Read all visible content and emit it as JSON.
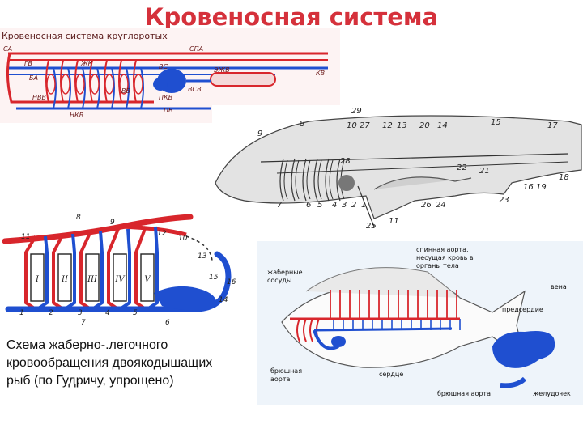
{
  "title": "Кровеносная система",
  "panel1": {
    "caption": "Кровеносная система круглоротых",
    "labels": [
      "СА",
      "ГВ",
      "БА",
      "ЖК",
      "ВС",
      "СПА",
      "ЭЖВ",
      "КВ",
      "ВСВ",
      "НВВ",
      "ВВ",
      "ПКВ",
      "НКВ",
      "ПВ"
    ]
  },
  "panel2": {
    "numbers": [
      "29",
      "8",
      "10",
      "27",
      "12",
      "13",
      "20",
      "14",
      "15",
      "17",
      "9",
      "28",
      "22",
      "21",
      "18",
      "16",
      "19",
      "7",
      "6",
      "5",
      "4",
      "3",
      "2",
      "1",
      "26",
      "24",
      "23",
      "11",
      "25"
    ]
  },
  "panel3": {
    "numbers": [
      "8",
      "9",
      "11",
      "12",
      "10",
      "13",
      "15",
      "16",
      "14",
      "1",
      "2",
      "3",
      "4",
      "5",
      "7",
      "6"
    ],
    "arches": [
      "I",
      "II",
      "III",
      "IV",
      "V"
    ]
  },
  "caption": {
    "line1": "Схема жаберно-.легочного",
    "line2": "кровообращения двоякодышащих",
    "line3": "рыб (по Гудричу, упрощено)"
  },
  "panel4": {
    "gill_vessels": "жаберные сосуды",
    "dorsal_aorta": "спинная аорта, несущая кровь в органы тела",
    "vein": "вена",
    "atrium": "предсердие",
    "ventral_aorta_left": "брюшная аорта",
    "heart": "сердце",
    "ventral_aorta_bottom": "брюшная аорта",
    "ventricle": "желудочек"
  },
  "colors": {
    "title": "#d5313b",
    "artery": "#d8262c",
    "vein": "#1f4fd0"
  }
}
